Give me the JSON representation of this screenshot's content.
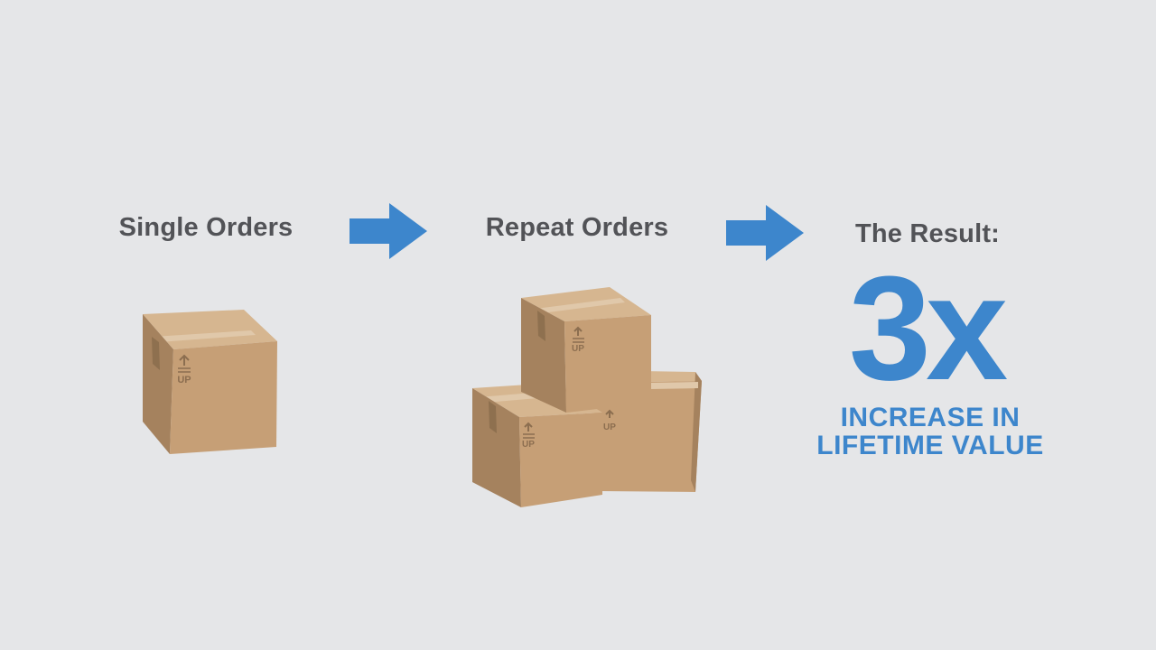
{
  "stages": {
    "single": {
      "title": "Single Orders"
    },
    "repeat": {
      "title": "Repeat Orders"
    },
    "result": {
      "title": "The Result:"
    }
  },
  "result": {
    "multiplier": "3x",
    "caption_line1": "INCREASE IN",
    "caption_line2": "LIFETIME VALUE"
  },
  "box_marking": "UP",
  "colors": {
    "background": "#e5e6e8",
    "heading": "#525357",
    "accent_blue": "#3d86cc",
    "box_front": "#c69f76",
    "box_side": "#a5825e",
    "box_top": "#d6b690",
    "tape": "#e0c8aa"
  }
}
